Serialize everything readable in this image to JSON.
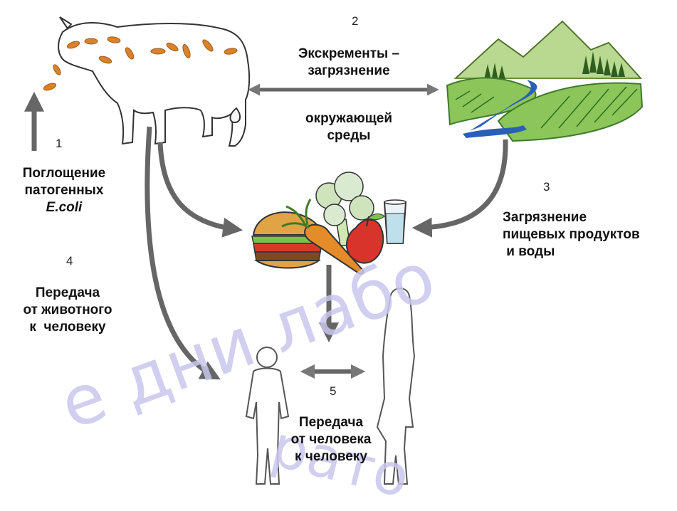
{
  "steps": {
    "s1": {
      "number": "1",
      "lines": [
        "Поглощение",
        "патогенных"
      ],
      "italic": "E.coli"
    },
    "s2": {
      "number": "2",
      "lines": [
        "Экскременты –",
        "загрязнение"
      ],
      "lines2": [
        "окружающей",
        "среды"
      ]
    },
    "s3": {
      "number": "3",
      "lines": [
        "Загрязнение",
        "пищевых продуктов",
        " и воды"
      ]
    },
    "s4": {
      "number": "4",
      "lines": [
        "Передача",
        "от животного",
        "к  человеку"
      ]
    },
    "s5": {
      "number": "5",
      "lines": [
        "Передача",
        "от человека",
        "к человеку"
      ]
    }
  },
  "watermark": {
    "part1": "е дни лабо",
    "part2": "рато"
  },
  "icons": [
    "cow-icon",
    "landscape-icon",
    "food-icon",
    "man-silhouette-icon",
    "woman-silhouette-icon"
  ],
  "colors": {
    "arrow": "#666666",
    "cow_spot": "#d9822b",
    "hill_green": "#7cc24a",
    "river_blue": "#2a5fb8",
    "watermark": "#c9c7ee"
  }
}
